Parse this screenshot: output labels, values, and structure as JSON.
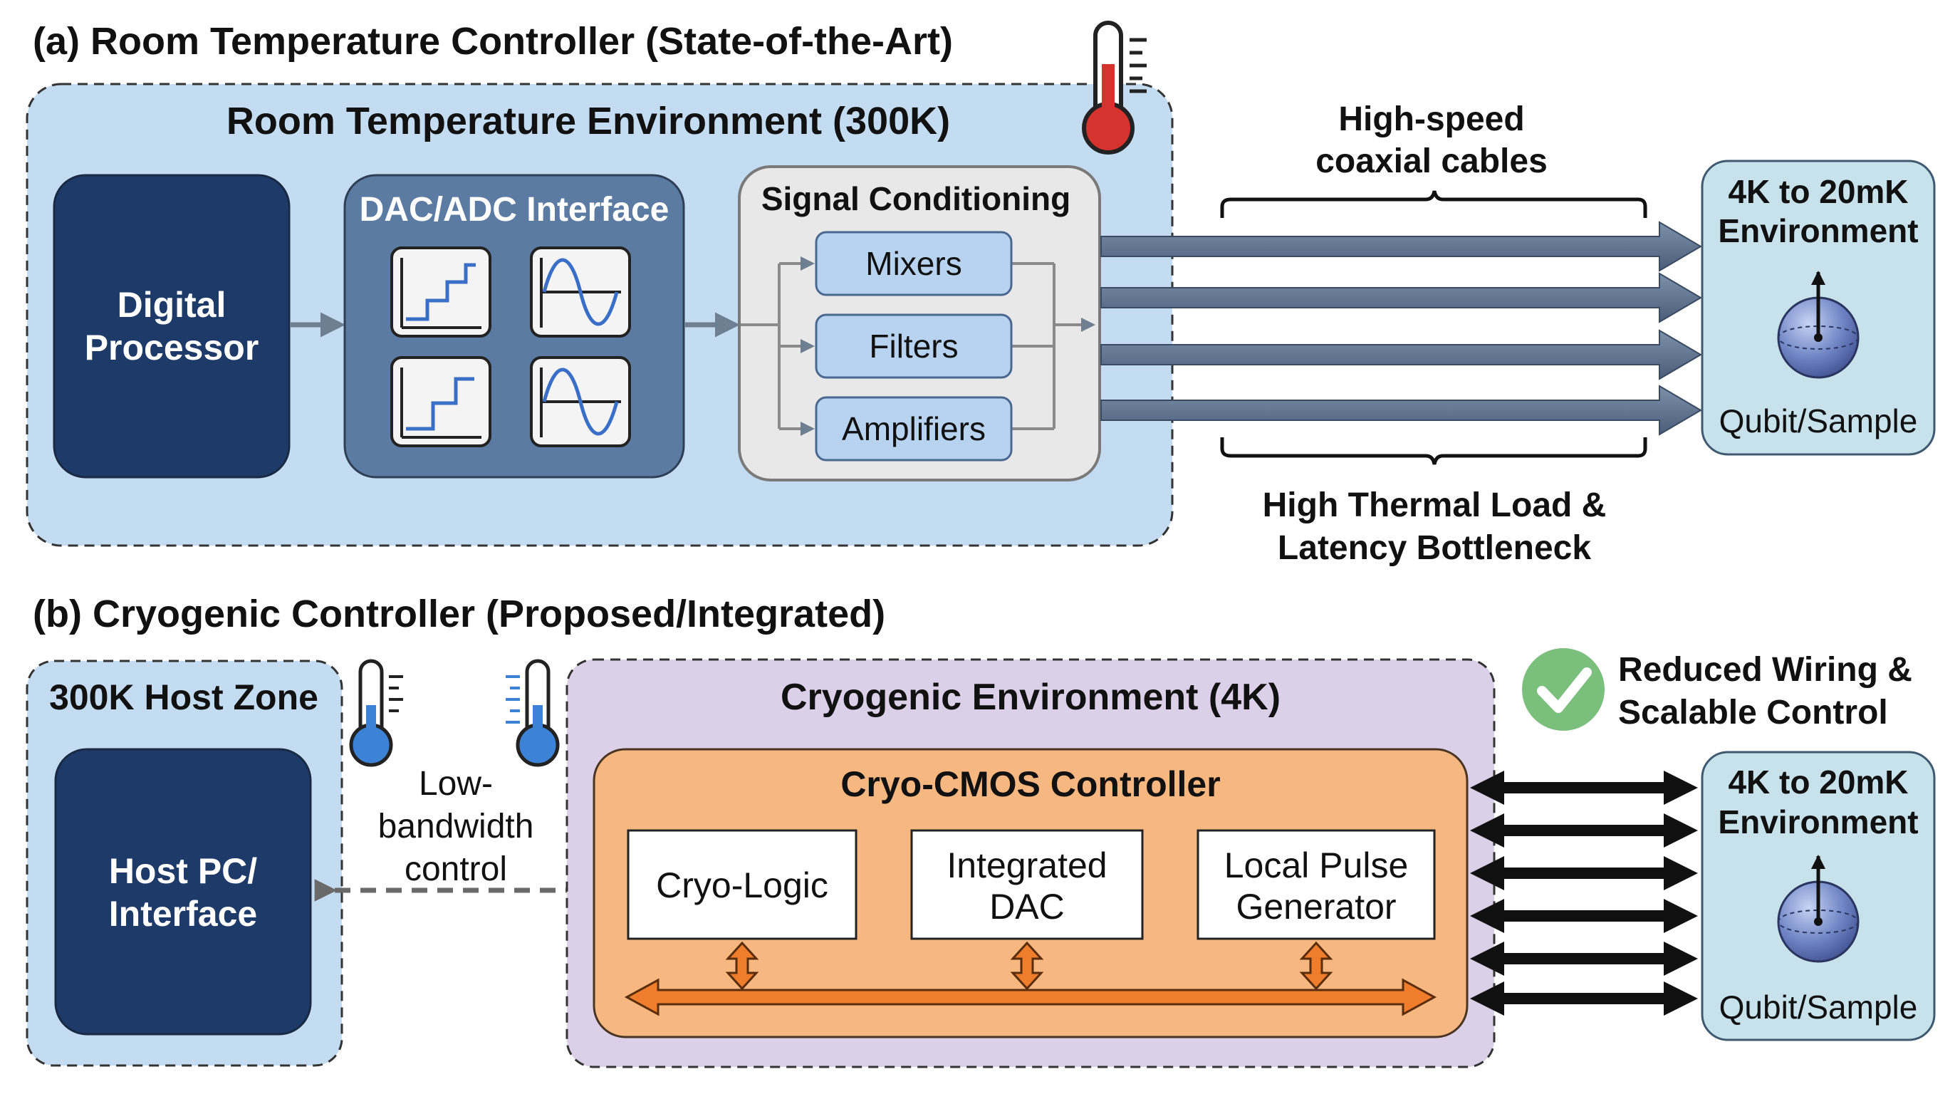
{
  "panel_a": {
    "title": "(a) Room Temperature Controller (State-of-the-Art)",
    "env_title": "Room Temperature Environment (300K)",
    "digital_processor": [
      "Digital",
      "Processor"
    ],
    "dac_adc_title": "DAC/ADC Interface",
    "signal_conditioning_title": "Signal Conditioning",
    "mixers": "Mixers",
    "filters": "Filters",
    "amplifiers": "Amplifiers",
    "cables_label": [
      "High-speed",
      "coaxial cables"
    ],
    "bottleneck_label": [
      "High Thermal Load &",
      "Latency Bottleneck"
    ],
    "target_env": [
      "4K to 20mK",
      "Environment"
    ],
    "qubit_label": "Qubit/Sample"
  },
  "panel_b": {
    "title": "(b) Cryogenic Controller (Proposed/Integrated)",
    "host_zone_title": "300K Host Zone",
    "host_pc": [
      "Host PC/",
      "Interface"
    ],
    "link_label": [
      "Low-",
      "bandwidth",
      "control"
    ],
    "cryo_env_title": "Cryogenic Environment (4K)",
    "cmos_title": "Cryo-CMOS Controller",
    "cryo_logic": "Cryo-Logic",
    "integrated_dac": [
      "Integrated",
      "DAC"
    ],
    "pulse_generator": [
      "Local Pulse",
      "Generator"
    ],
    "benefit_label": [
      "Reduced Wiring &",
      "Scalable Control"
    ],
    "target_env": [
      "4K to 20mK",
      "Environment"
    ],
    "qubit_label": "Qubit/Sample"
  },
  "colors": {
    "room_env_fill": "#c4dcf1",
    "cryo_env_fill": "#dcd0e8",
    "dark_block": "#1e3a68",
    "dac_block": "#5c7ba3",
    "cmos_fill": "#f7b781",
    "bus_orange": "#ef7d2b",
    "coax_arrow": "#5c7290",
    "thermo_hot": "#d6322e",
    "thermo_cold": "#3c82d6",
    "check_green": "#7bbf7d"
  },
  "icons": {
    "thermometer_hot": "thermometer-hot-icon",
    "thermometer_cold": "thermometer-cold-icon",
    "check": "check-circle-icon",
    "qubit": "bloch-sphere-icon",
    "dac_waveform": "staircase-waveform-icon",
    "adc_waveform": "sine-waveform-icon"
  }
}
